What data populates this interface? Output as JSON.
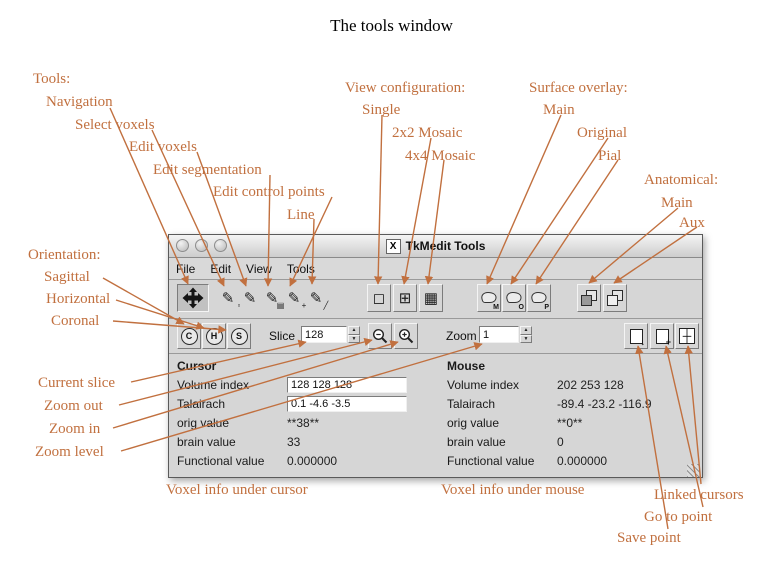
{
  "page_title": "The tools window",
  "annotations": {
    "tools_heading": "Tools:",
    "tools_items": [
      "Navigation",
      "Select voxels",
      "Edit voxels",
      "Edit segmentation",
      "Edit control points",
      "Line"
    ],
    "view_heading": "View configuration:",
    "view_items": [
      "Single",
      "2x2 Mosaic",
      "4x4 Mosaic"
    ],
    "surface_heading": "Surface overlay:",
    "surface_items": [
      "Main",
      "Original",
      "Pial"
    ],
    "anatomical_heading": "Anatomical:",
    "anatomical_items": [
      "Main",
      "Aux"
    ],
    "orientation_heading": "Orientation:",
    "orientation_items": [
      "Sagittal",
      "Horizontal",
      "Coronal"
    ],
    "current_slice": "Current slice",
    "zoom_out": "Zoom out",
    "zoom_in": "Zoom in",
    "zoom_level": "Zoom level",
    "cursor_info": "Voxel info under cursor",
    "mouse_info": "Voxel info under mouse",
    "linked_cursors": "Linked cursors",
    "go_to_point": "Go to point",
    "save_point": "Save point"
  },
  "window": {
    "title": "TkMedit Tools",
    "x_logo": "X",
    "menu": [
      "File",
      "Edit",
      "View",
      "Tools"
    ],
    "slice_label": "Slice",
    "slice_value": "128",
    "zoom_label": "Zoom",
    "zoom_value": "1",
    "orientation_letters": [
      "C",
      "H",
      "S"
    ],
    "surface_letters": [
      "M",
      "O",
      "P"
    ],
    "cursor_panel": {
      "heading": "Cursor",
      "volume_label": "Volume index",
      "volume_value": "128 128 128",
      "talairach_label": "Talairach",
      "talairach_value": "0.1 -4.6 -3.5",
      "orig_label": "orig value",
      "orig_value": "**38**",
      "brain_label": "brain value",
      "brain_value": "33",
      "functional_label": "Functional value",
      "functional_value": "0.000000"
    },
    "mouse_panel": {
      "heading": "Mouse",
      "volume_label": "Volume index",
      "volume_value": "202 253 128",
      "talairach_label": "Talairach",
      "talairach_value": "-89.4 -23.2 -116.9",
      "orig_label": "orig value",
      "orig_value": "**0**",
      "brain_label": "brain value",
      "brain_value": "0",
      "functional_label": "Functional value",
      "functional_value": "0.000000"
    }
  },
  "icons": {
    "pencil": "✎",
    "single_view": "◻",
    "mosaic_2x2": "⊞",
    "mosaic_4x4": "▦",
    "spinner_up": "▲",
    "spinner_down": "▼",
    "plus": "+",
    "down_arrow": "↓",
    "slash": "╱",
    "select_mark": "▫",
    "segment_mark": "▤",
    "crosshair": "┼"
  },
  "colors": {
    "annotation": "#c1703f",
    "window_bg": "#d6d6d6"
  }
}
